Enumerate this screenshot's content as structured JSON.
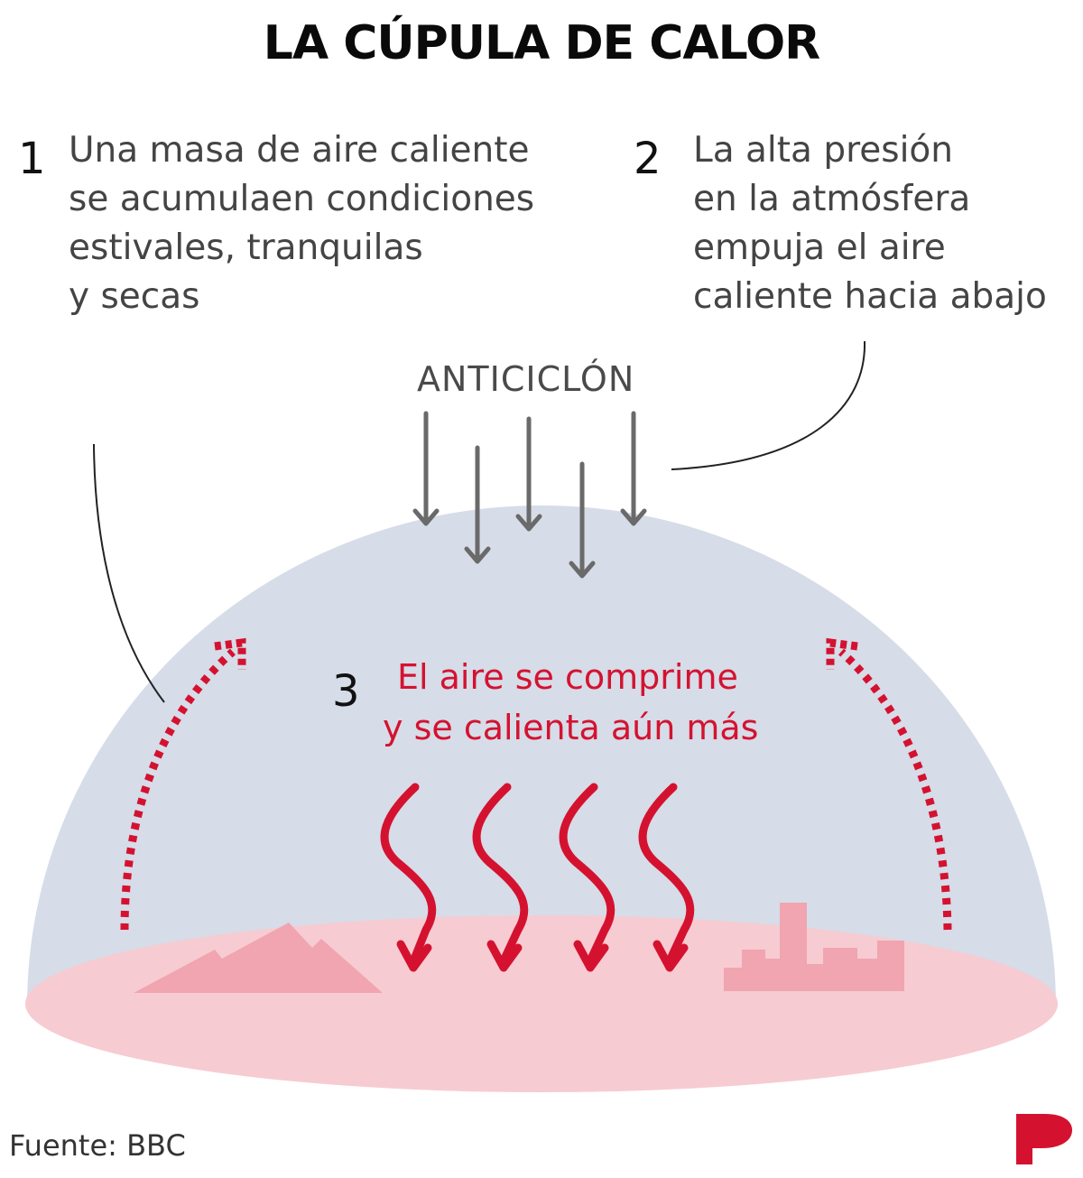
{
  "title": "LA CÚPULA DE CALOR",
  "steps": [
    {
      "number": "1",
      "lines": [
        "Una masa de aire caliente",
        "se acumulaen condiciones",
        "estivales, tranquilas",
        "y secas"
      ]
    },
    {
      "number": "2",
      "lines": [
        "La alta presión",
        "en la atmósfera",
        "empuja el aire",
        "caliente hacia abajo"
      ]
    },
    {
      "number": "3",
      "lines": [
        "El aire se comprime",
        "y se calienta aún más"
      ]
    }
  ],
  "anticyclone_label": "ANTICICLÓN",
  "source": "Fuente: BBC",
  "logo_letter": "P",
  "colors": {
    "dome": "#d6dce8",
    "ground": "#f7cbd2",
    "ground_shapes": "#f0a5b0",
    "accent_red": "#d41230",
    "pressure_arrows": "#6a6a6a"
  },
  "icons": [
    "down-arrow-icon",
    "wavy-heat-arrow-icon",
    "dotted-curved-arrow-icon",
    "mountain-icon",
    "city-skyline-icon",
    "publisher-logo-icon"
  ]
}
